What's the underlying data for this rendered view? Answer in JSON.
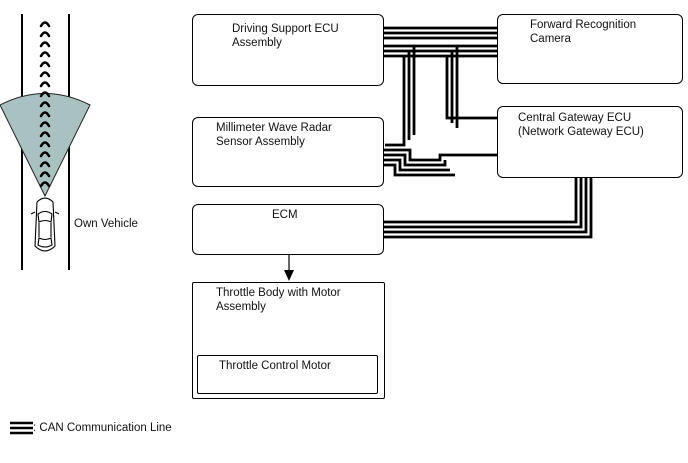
{
  "diagram": {
    "own_vehicle_label": "Own Vehicle",
    "boxes": {
      "driving_support": "Driving Support ECU\nAssembly",
      "forward_camera": "Forward Recognition\nCamera",
      "radar_sensor": "Millimeter Wave Radar\nSensor Assembly",
      "central_gateway": "Central Gateway ECU\n(Network Gateway ECU)",
      "ecm": "ECM",
      "throttle_body": "Throttle Body with Motor\nAssembly",
      "throttle_motor": "Throttle Control Motor"
    },
    "legend": {
      "can_line": ": CAN Communication Line"
    },
    "colors": {
      "line": "#000000",
      "radar_fan_fill": "#a9c1c1",
      "box_border": "#000000"
    }
  }
}
